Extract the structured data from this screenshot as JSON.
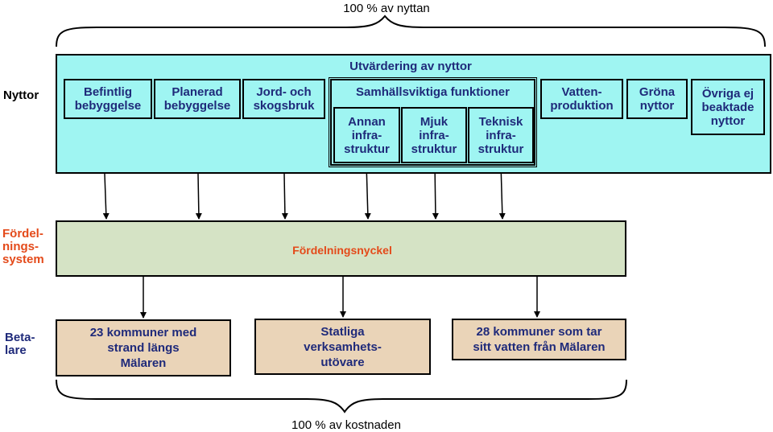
{
  "top_label": "100 % av nyttan",
  "bottom_label": "100 % av kostnaden",
  "rows": {
    "nyttor": "Nyttor",
    "fordelning": "Fördel-\nnings-\nsystem",
    "betalare": "Beta-\nlare"
  },
  "benefit_panel": {
    "title": "Utvärdering av nyttor",
    "boxes": [
      {
        "id": "befintlig",
        "label": "Befintlig\nbebyggelse"
      },
      {
        "id": "planerad",
        "label": "Planerad\nbebyggelse"
      },
      {
        "id": "jord",
        "label": "Jord- och\nskogsbruk"
      },
      {
        "id": "vatten",
        "label": "Vatten-\nproduktion"
      },
      {
        "id": "grona",
        "label": "Gröna\nnyttor"
      },
      {
        "id": "ovriga",
        "label": "Övriga ej\nbeaktade\nnyttor"
      }
    ],
    "group": {
      "title": "Samhällsviktiga funktioner",
      "items": [
        {
          "id": "annan",
          "label": "Annan\ninfra-\nstruktur"
        },
        {
          "id": "mjuk",
          "label": "Mjuk\ninfra-\nstruktur"
        },
        {
          "id": "teknisk",
          "label": "Teknisk\ninfra-\nstruktur"
        }
      ]
    }
  },
  "distribution": {
    "key_label": "Fördelningsnyckel"
  },
  "payers": [
    {
      "id": "kommuner23",
      "label": "23 kommuner med\nstrand längs\nMälaren"
    },
    {
      "id": "statliga",
      "label": "Statliga\nverksamhets-\nutövare"
    },
    {
      "id": "kommuner28",
      "label": "28 kommuner som tar\nsitt vatten från Mälaren"
    }
  ],
  "colors": {
    "benefit_band": "#9ff5f2",
    "distribution_band": "#d5e3c5",
    "payer_fill": "#ead4b8",
    "box_text": "#1f2a7a",
    "row_label_red": "#e44a1a",
    "row_label_blue": "#1f2a7a"
  }
}
